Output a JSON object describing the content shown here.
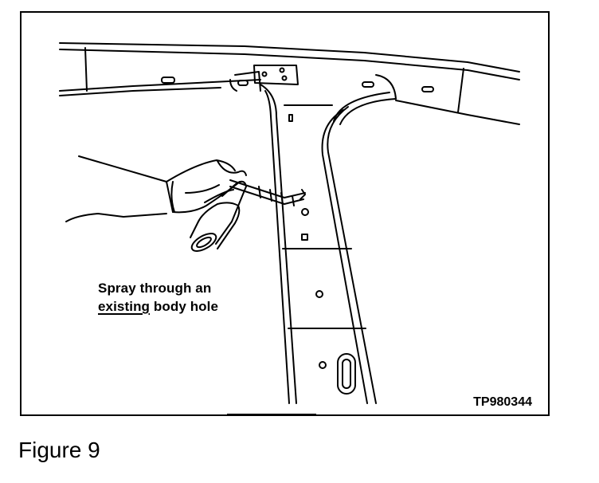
{
  "figure": {
    "callout": {
      "line1": "Spray through an",
      "line2_underlined": "existing",
      "line2_rest": " body hole"
    },
    "reference_code": "TP980344"
  },
  "caption": "Figure 9"
}
